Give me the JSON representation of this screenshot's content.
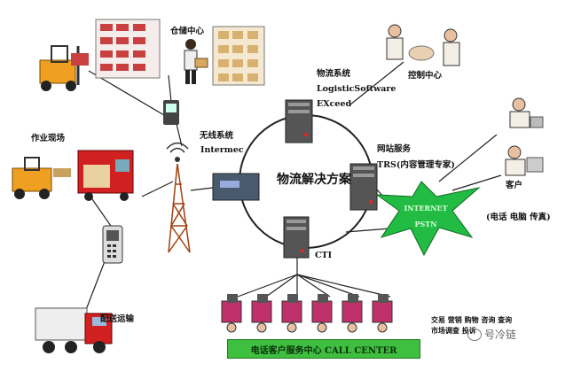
{
  "labels": {
    "warehouse_center": "仓储中心",
    "control_center": "控制中心",
    "logistics_system": "物流系统",
    "logistic_software": "LogisticSoftware",
    "exceed": "EXceed",
    "wireless_system": "无线系统",
    "intermec": "Intermec",
    "work_site": "作业现场",
    "logistics_solution": "物流解决方案",
    "website_service": "网站服务",
    "trs": "TRS(内容管理专家)",
    "customer": "客户",
    "customer_channels": "(电话 电脑 传真)",
    "internet": "INTERNET",
    "pstn": "PSTN",
    "cti": "CTI",
    "delivery": "配送运输",
    "call_center": "电话客户服务中心 CALL CENTER",
    "services_line1": "交易  营销  购物  咨询  查询",
    "services_line2": "市场调查    投诉"
  },
  "watermark": "号冷链",
  "colors": {
    "internet_star": "#22bb44",
    "call_center_bar": "#3fbf3f",
    "forklift": "#f0a020",
    "truck_red": "#d02020",
    "line": "#222222"
  }
}
